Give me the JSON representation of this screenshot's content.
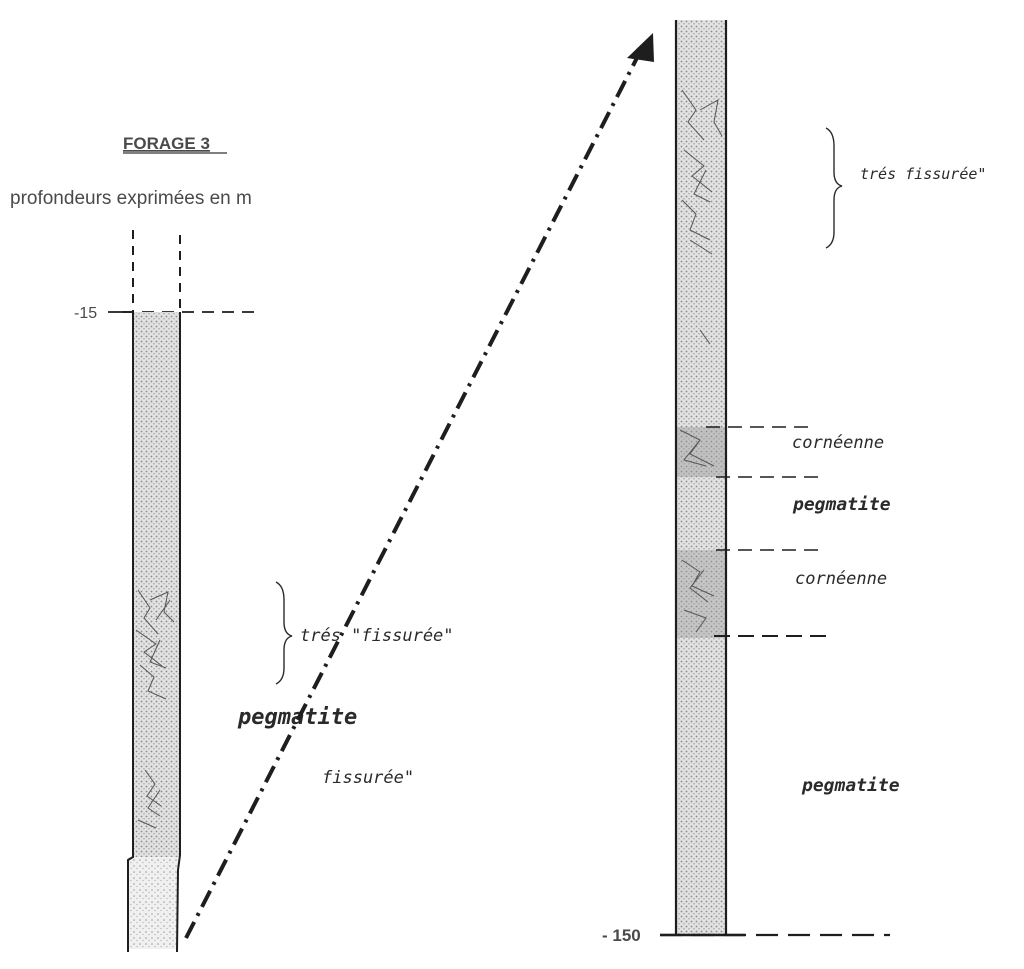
{
  "title": "FORAGE 3",
  "subtitle": "profondeurs exprimées en m",
  "left_column": {
    "top_depth": "-15",
    "labels": {
      "tres_fissuree": "trés \"fissurée\"",
      "pegmatite": "pegmatite",
      "fissuree": "fissurée\""
    }
  },
  "right_column": {
    "bottom_depth": "- 150",
    "labels": {
      "tres_fissuree": "trés fissurée\"",
      "corneenne_1": "cornéenne",
      "pegmatite_1": "pegmatite",
      "corneenne_2": "cornéenne",
      "pegmatite_2": "pegmatite"
    }
  },
  "colors": {
    "ink": "#1e1e1e",
    "column_fill": "#d8d8d8"
  }
}
